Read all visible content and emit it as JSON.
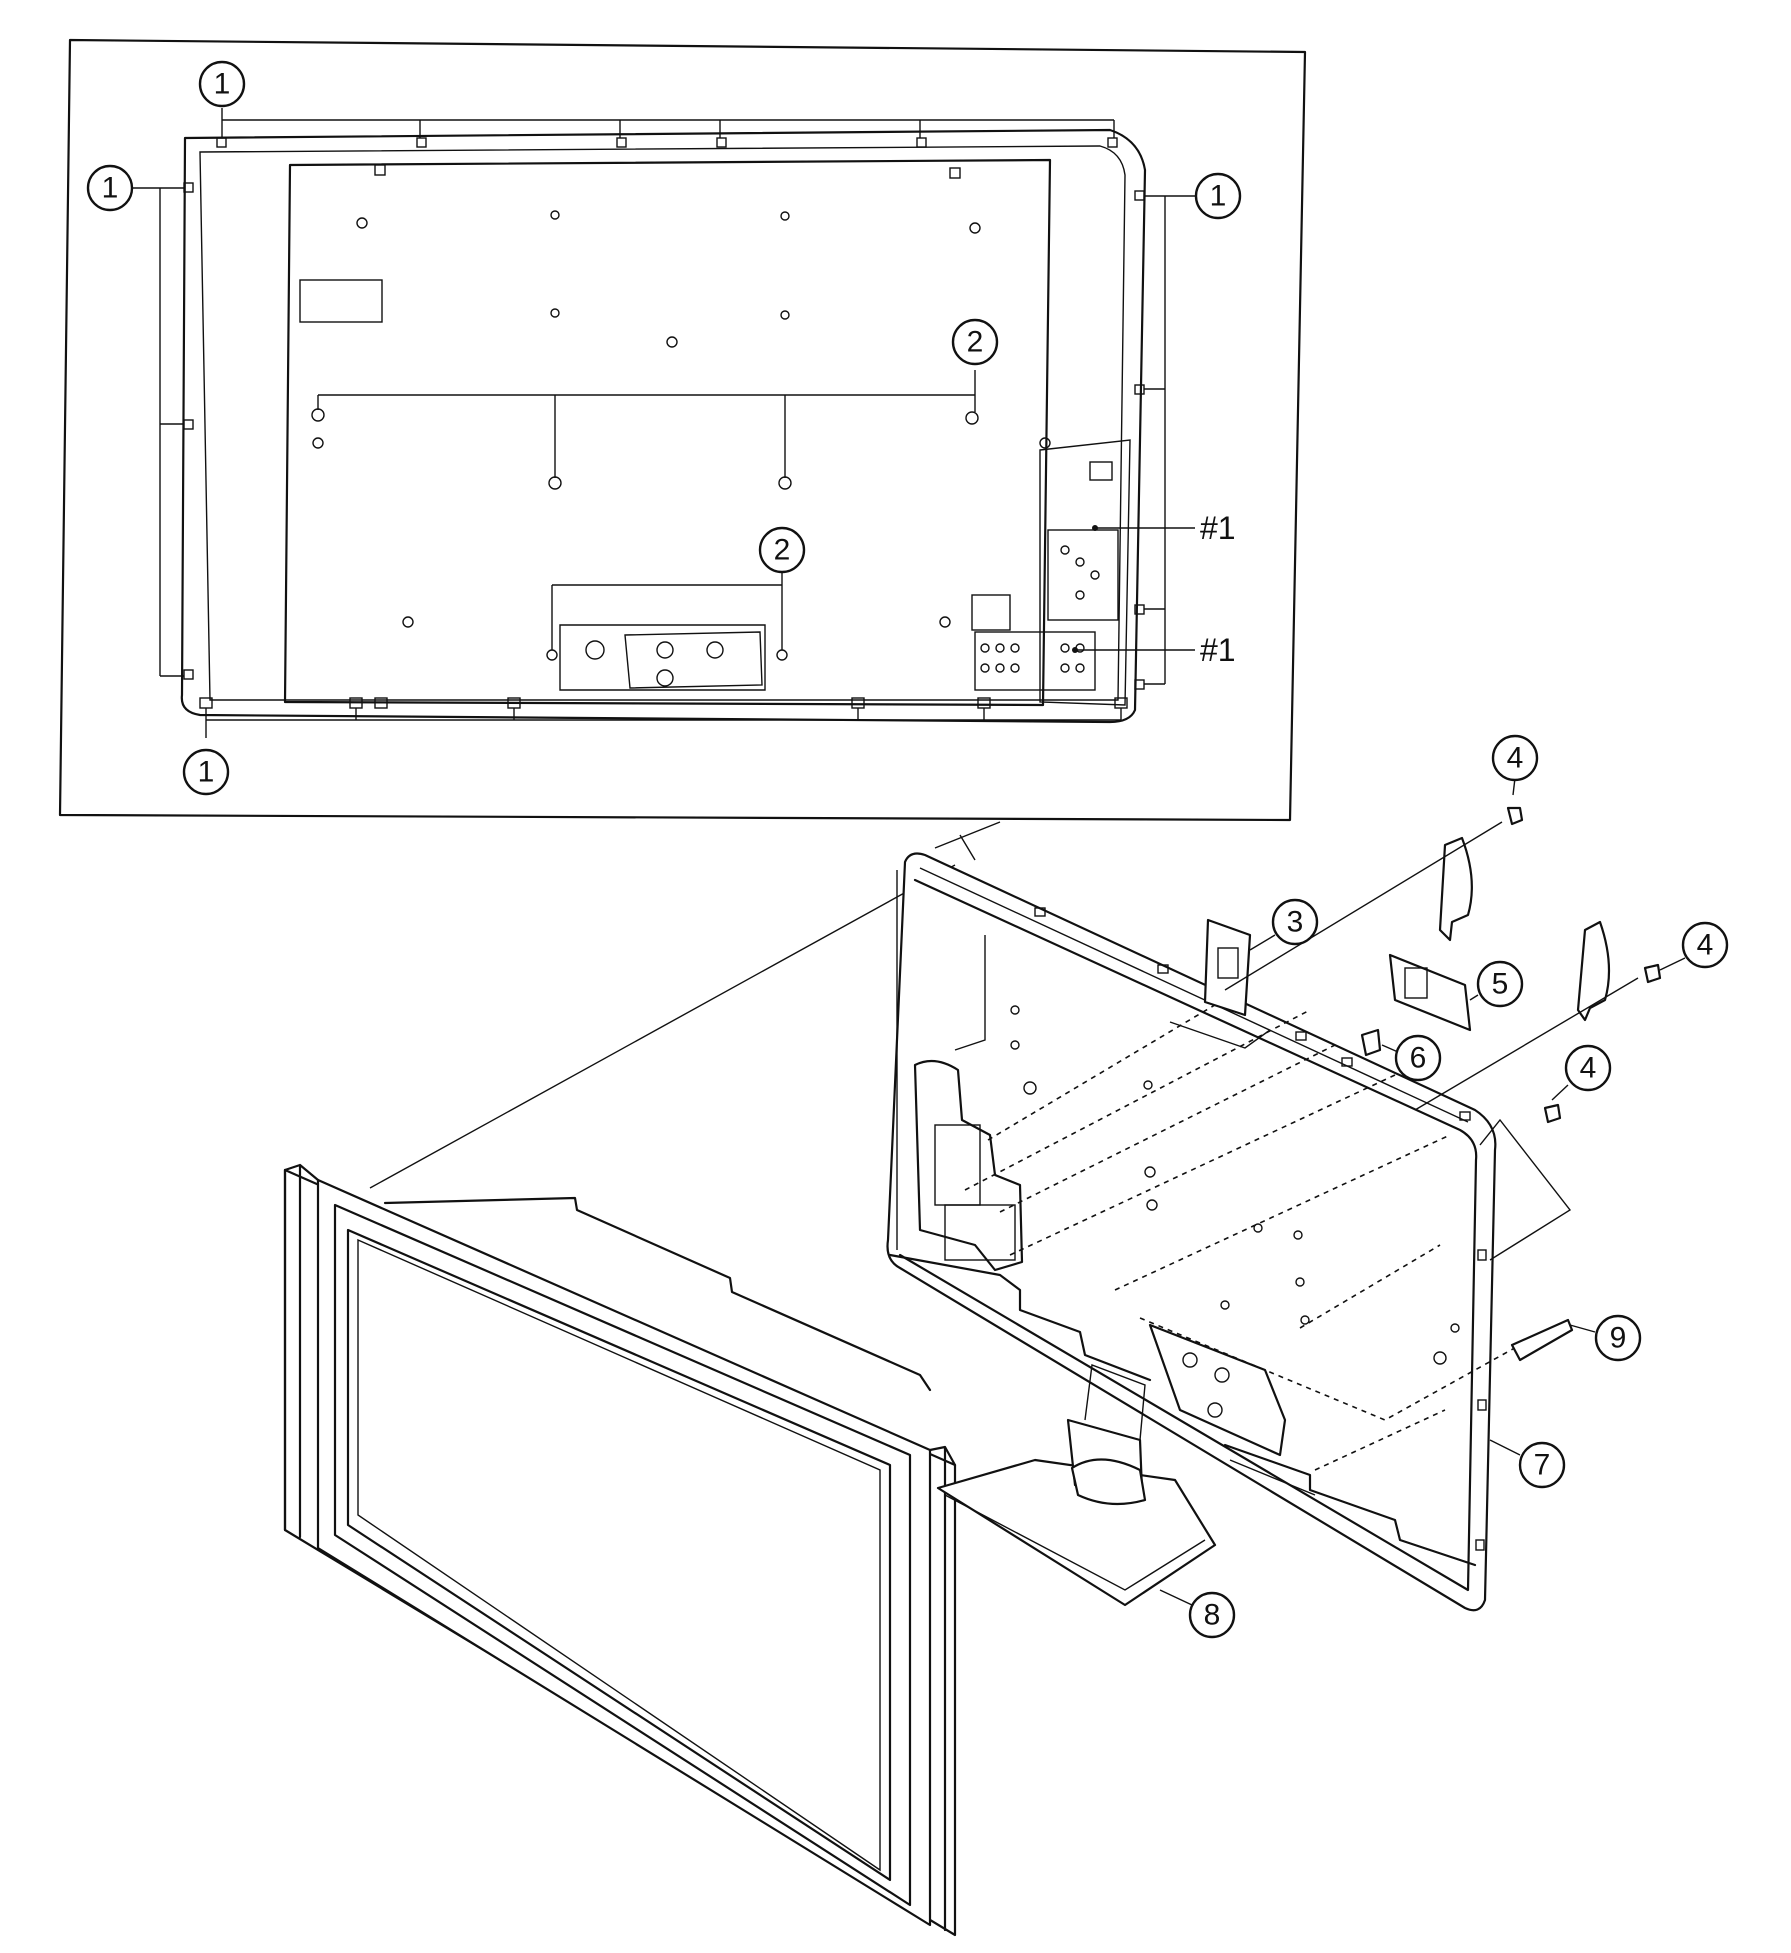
{
  "callouts": {
    "c1a": "1",
    "c1b": "1",
    "c1c": "1",
    "c1d": "1",
    "c2a": "2",
    "c2b": "2",
    "c3": "3",
    "c4a": "4",
    "c4b": "4",
    "c4c": "4",
    "c5": "5",
    "c6": "6",
    "c7": "7",
    "c8": "8",
    "c9": "9"
  },
  "labels": {
    "hash1a": "#1",
    "hash1b": "#1"
  },
  "colors": {
    "line": "#111111",
    "background": "#ffffff"
  }
}
